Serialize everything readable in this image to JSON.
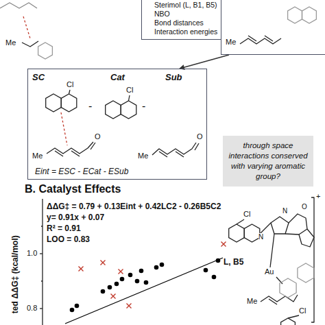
{
  "diagram": {
    "nodes": [
      {
        "text": [
          "Sterimol (L, B1, B5)",
          "NBO",
          "Bond distances",
          "Interaction energies"
        ]
      },
      {
        "text": [
          "Me"
        ]
      },
      {
        "text": [
          "SC",
          "Cl",
          "Cat",
          "Cl",
          "Sub",
          "-",
          "-",
          "Me",
          "O",
          "Me",
          "O",
          "Eint = ESC - ECat - ESub"
        ]
      },
      {
        "text": [
          "through space interactions conserved with varying aromatic group?"
        ]
      }
    ],
    "edges": [
      {
        "from": 1,
        "to": 2,
        "arrow": "to"
      }
    ],
    "labels": [
      "Me",
      "B. Catalyst Effects",
      "ΔΔG‡ = 0.79 + 0.13Eint + 0.42LC2 - 0.26B5C2",
      "y= 0.91x + 0.07",
      "R² = 0.91",
      "LOO = 0.83",
      "ted ΔΔG‡ (kcal/mol)",
      "1.0",
      "0.8",
      "Cl",
      "L, B5",
      "Au",
      "+",
      "Me",
      "Cl",
      "N",
      "N",
      "O"
    ]
  }
}
